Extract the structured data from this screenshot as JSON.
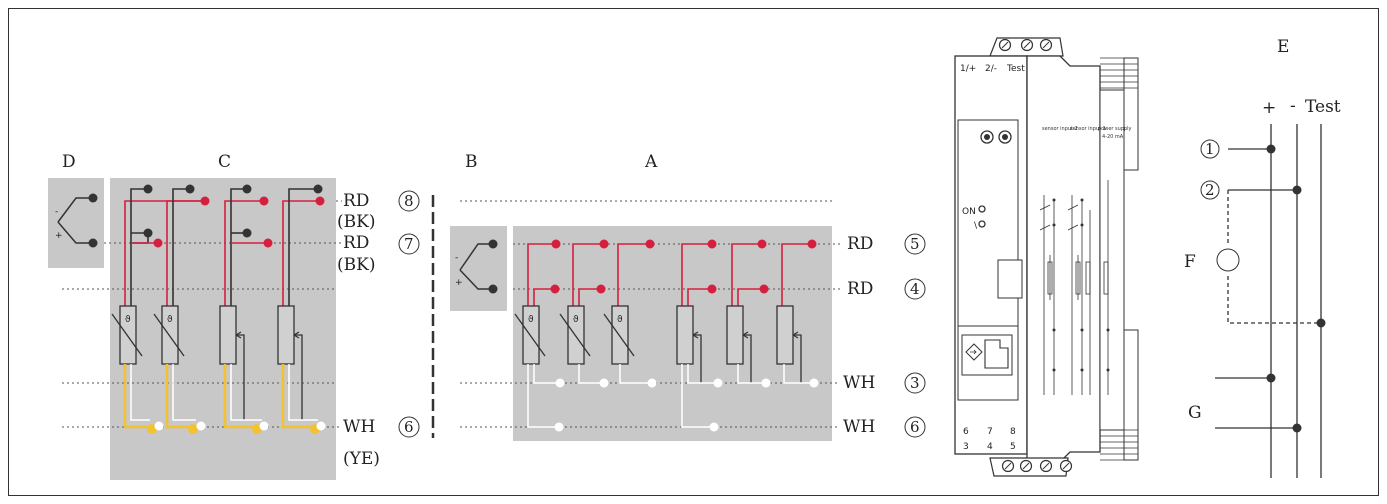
{
  "labels": {
    "A": "A",
    "B": "B",
    "C": "C",
    "D": "D",
    "E": "E",
    "F": "F",
    "G": "G"
  },
  "wires": {
    "rd": "RD",
    "bk": "(BK)",
    "wh": "WH",
    "ye": "(YE)"
  },
  "numbers": {
    "n1": "1",
    "n2": "2",
    "n3": "3",
    "n4": "4",
    "n5": "5",
    "n6": "6",
    "n7": "7",
    "n8": "8"
  },
  "signs": {
    "plus": "+",
    "minus": "-"
  },
  "device": {
    "terminals_top": [
      "1/+",
      "2/-",
      "Test"
    ],
    "terminals_bottom_row1": [
      "6",
      "7",
      "8"
    ],
    "terminals_bottom_row2": [
      "3",
      "4",
      "5"
    ],
    "on_label": "ON",
    "side_labels": [
      "sensor input 2",
      "sensor input 1",
      "power supply",
      "4-20 mA"
    ]
  },
  "power": {
    "plus": "+",
    "minus": "-",
    "test": "Test"
  },
  "colors": {
    "red": "#d51f3e",
    "yellow": "#f2c230",
    "grey": "#c8c8c8",
    "dark": "#333333"
  }
}
